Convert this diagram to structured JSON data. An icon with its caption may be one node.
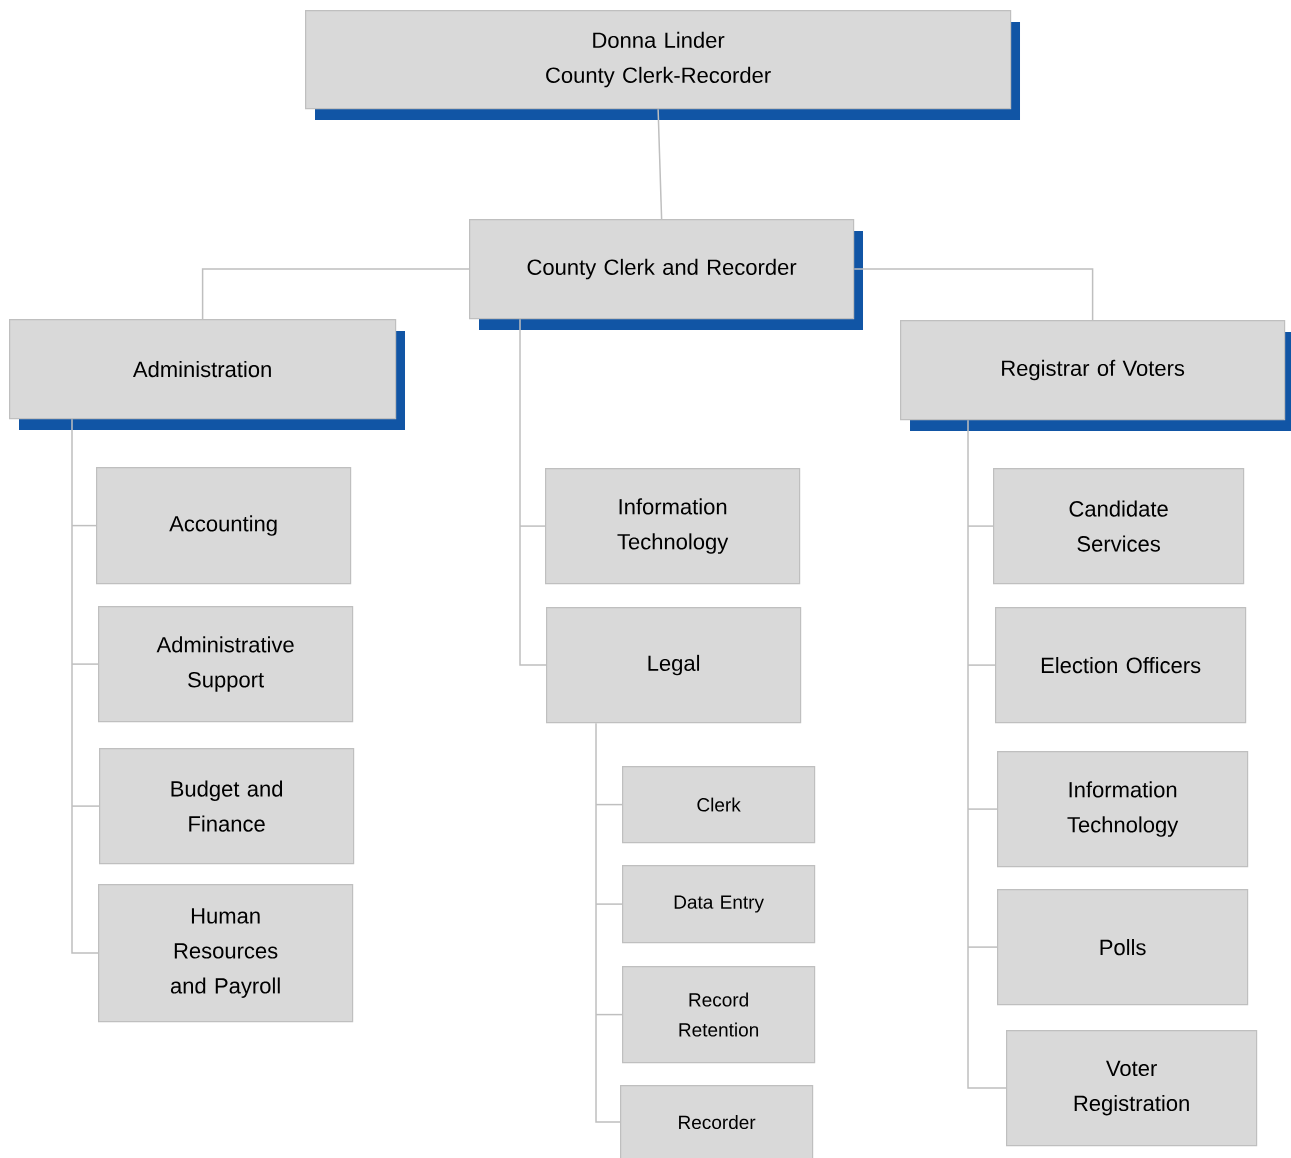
{
  "diagram": {
    "nodes": [
      {
        "text": [
          "Donna Linder",
          "County Clerk-Recorder"
        ]
      },
      {
        "text": [
          "County Clerk and Recorder"
        ]
      },
      {
        "text": [
          "Administration"
        ]
      },
      {
        "text": [
          "Registrar of Voters"
        ]
      },
      {
        "text": [
          "Accounting"
        ]
      },
      {
        "text": [
          "Administrative Support"
        ]
      },
      {
        "text": [
          "Budget and Finance"
        ]
      },
      {
        "text": [
          "Human Resources and Payroll"
        ]
      },
      {
        "text": [
          "Information Technology"
        ]
      },
      {
        "text": [
          "Legal"
        ]
      },
      {
        "text": [
          "Clerk"
        ]
      },
      {
        "text": [
          "Data Entry"
        ]
      },
      {
        "text": [
          "Record Retention"
        ]
      },
      {
        "text": [
          "Recorder"
        ]
      },
      {
        "text": [
          "Candidate Services"
        ]
      },
      {
        "text": [
          "Election Officers"
        ]
      },
      {
        "text": [
          "Information Technology"
        ]
      },
      {
        "text": [
          "Polls"
        ]
      },
      {
        "text": [
          "Voter Registration"
        ]
      }
    ],
    "edges": [
      {
        "from": 0,
        "to": 1,
        "arrow": "none"
      },
      {
        "from": 1,
        "to": 2,
        "arrow": "none"
      },
      {
        "from": 1,
        "to": 3,
        "arrow": "none"
      },
      {
        "from": 2,
        "to": 4,
        "arrow": "none"
      },
      {
        "from": 2,
        "to": 5,
        "arrow": "none"
      },
      {
        "from": 2,
        "to": 6,
        "arrow": "none"
      },
      {
        "from": 2,
        "to": 7,
        "arrow": "none"
      },
      {
        "from": 1,
        "to": 8,
        "arrow": "none"
      },
      {
        "from": 1,
        "to": 9,
        "arrow": "none"
      },
      {
        "from": 9,
        "to": 10,
        "arrow": "none"
      },
      {
        "from": 9,
        "to": 11,
        "arrow": "none"
      },
      {
        "from": 9,
        "to": 12,
        "arrow": "none"
      },
      {
        "from": 9,
        "to": 13,
        "arrow": "none"
      },
      {
        "from": 3,
        "to": 14,
        "arrow": "none"
      },
      {
        "from": 3,
        "to": 15,
        "arrow": "none"
      },
      {
        "from": 3,
        "to": 16,
        "arrow": "none"
      },
      {
        "from": 3,
        "to": 17,
        "arrow": "none"
      },
      {
        "from": 3,
        "to": 18,
        "arrow": "none"
      }
    ]
  }
}
